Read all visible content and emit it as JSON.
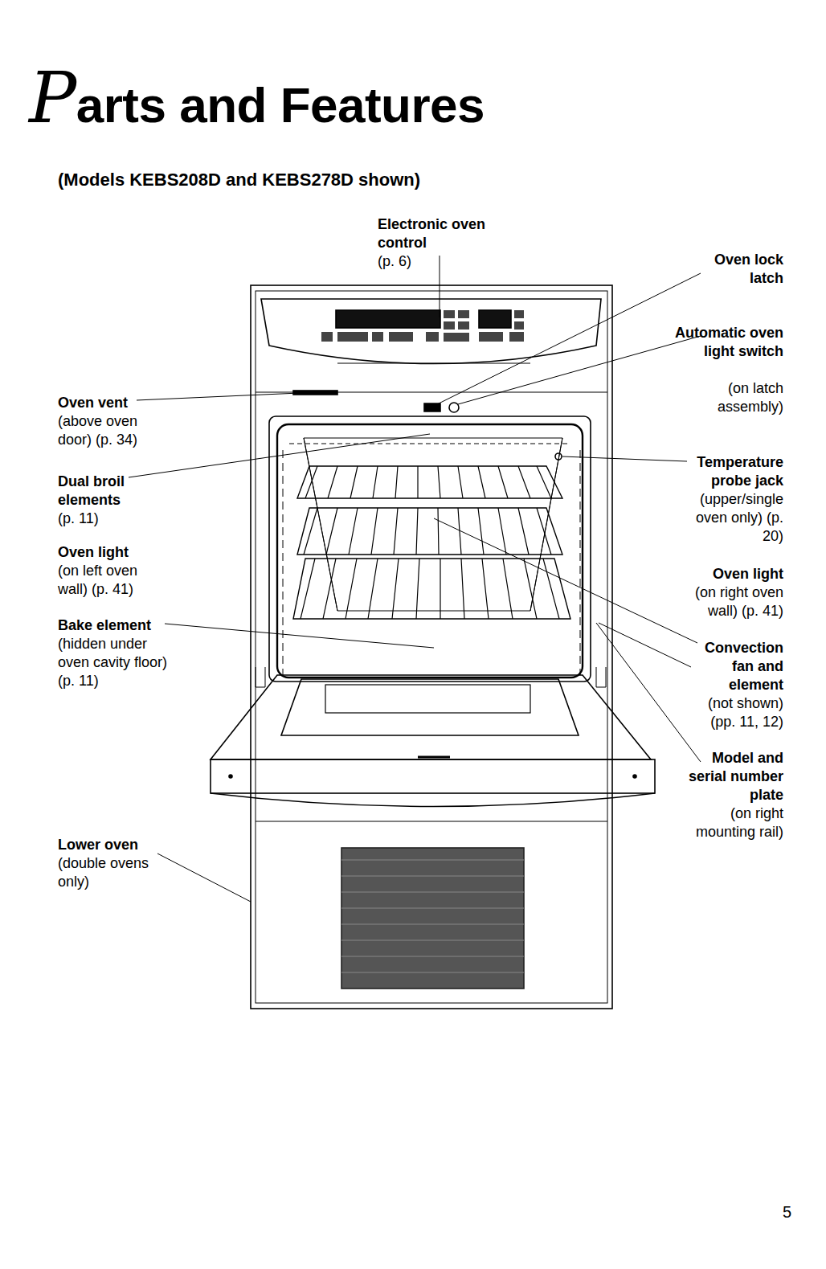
{
  "diagram": {
    "title": "Parts and Features",
    "labels": [
      "(Models KEBS208D and KEBS278D shown)",
      "Electronic oven control",
      "(p. 6)",
      "Oven lock latch",
      "Automatic oven light switch",
      "(on latch assembly)",
      "Oven vent",
      "(above oven door) (p. 34)",
      "Dual broil elements",
      "(p. 11)",
      "Oven light",
      "(on left oven wall) (p. 41)",
      "Bake element",
      "(hidden under oven cavity floor) (p. 11)",
      "Temperature probe jack",
      "(upper/single oven only) (p. 20)",
      "Oven light",
      "(on right oven wall) (p. 41)",
      "Convection fan and element",
      "(not shown) (pp. 11, 12)",
      "Model and serial number plate",
      "(on right mounting rail)",
      "Lower oven",
      "(double ovens only)",
      "5"
    ]
  }
}
